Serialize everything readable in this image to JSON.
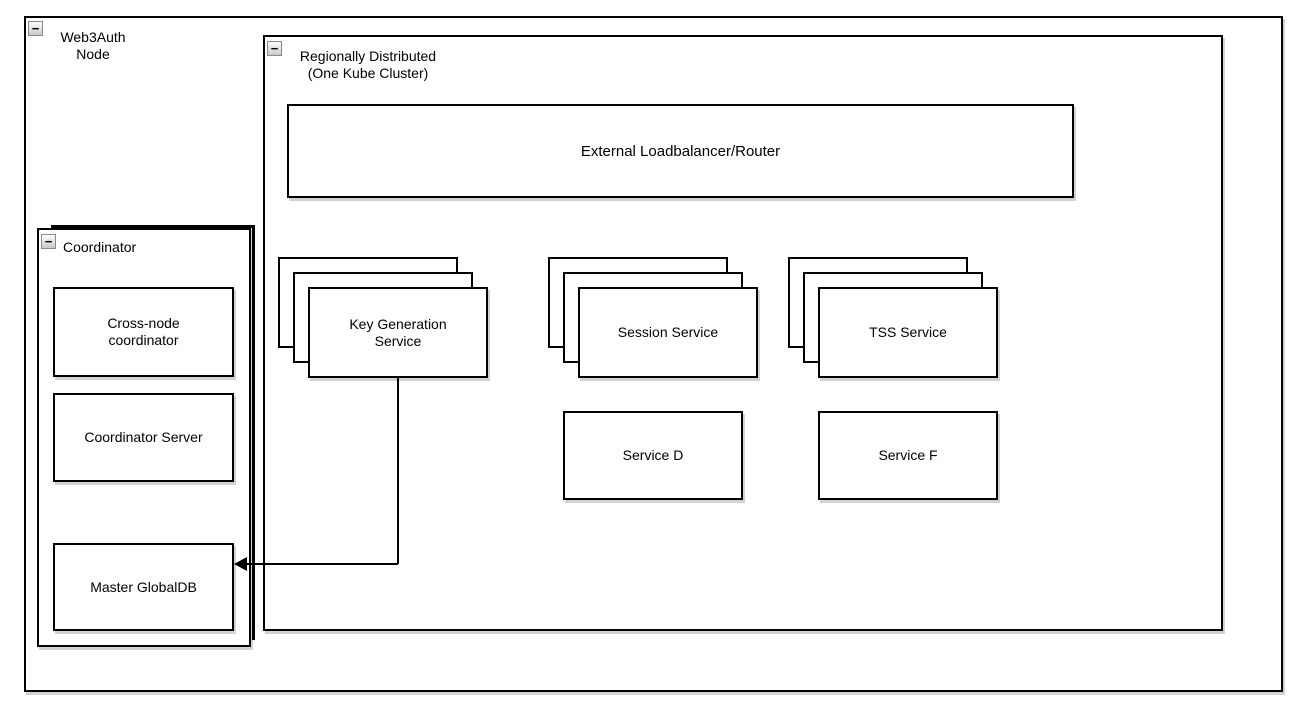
{
  "colors": {
    "stroke": "#000000",
    "background": "#ffffff",
    "shadow": "#d2d2d2"
  },
  "icons": {
    "collapse_minus": "−"
  },
  "nodes": {
    "web3auth": {
      "label": "Web3Auth\nNode"
    },
    "regional": {
      "label": "Regionally Distributed\n(One Kube Cluster)"
    },
    "external_lb": {
      "label": "External Loadbalancer/Router"
    },
    "coordinator": {
      "label": "Coordinator"
    },
    "cross_node": {
      "label": "Cross-node\ncoordinator"
    },
    "coordinator_server": {
      "label": "Coordinator Server"
    },
    "master_globaldb": {
      "label": "Master GlobalDB"
    },
    "key_generation": {
      "label": "Key Generation\nService",
      "replicas": 3
    },
    "session_service": {
      "label": "Session Service",
      "replicas": 3
    },
    "tss_service": {
      "label": "TSS Service",
      "replicas": 3
    },
    "service_d": {
      "label": "Service D"
    },
    "service_f": {
      "label": "Service F"
    }
  },
  "connections": [
    {
      "from": "Key Generation Service",
      "to": "Master GlobalDB",
      "style": "solid-arrow"
    }
  ]
}
